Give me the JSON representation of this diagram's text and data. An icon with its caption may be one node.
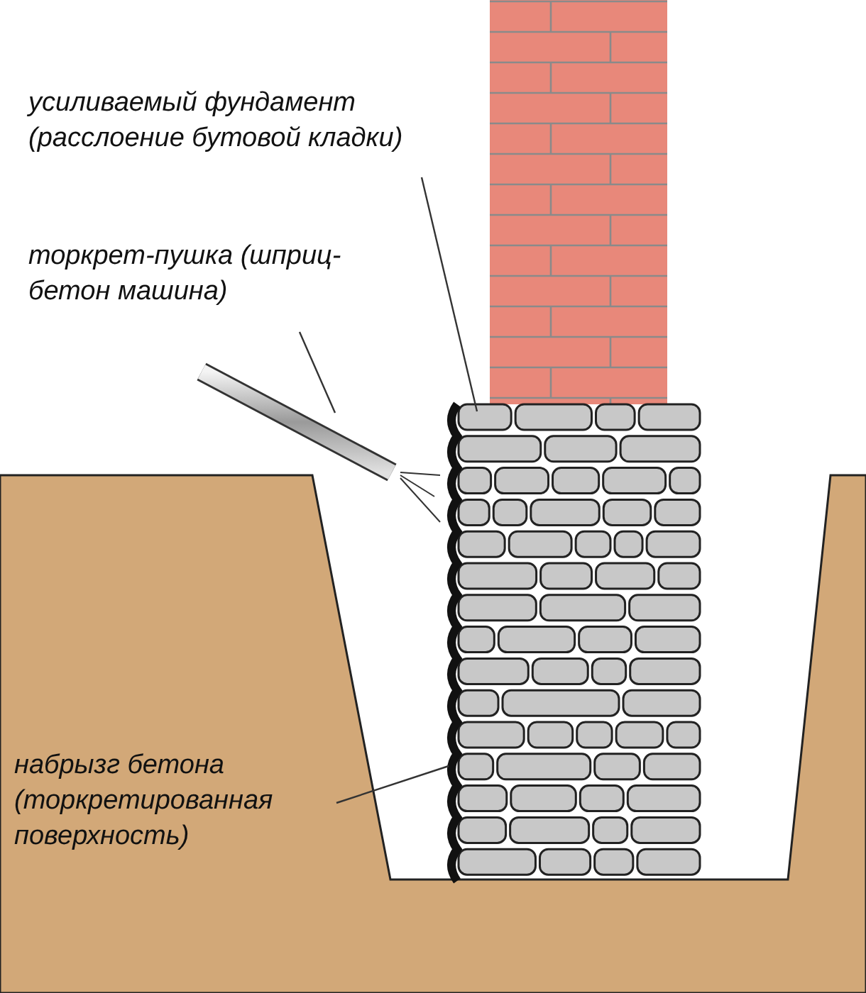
{
  "diagram": {
    "nodes": [
      {
        "text": [
          "усиливаемый фундамент (расслоение бутовой кладки)"
        ]
      },
      {
        "text": [
          "торкрет-пушка (шприц-бетон машина)"
        ]
      },
      {
        "text": [
          "набрызг бетона (торкретированная поверхность)"
        ]
      },
      {
        "text": [],
        "shape": "box"
      },
      {
        "text": [],
        "shape": "picture"
      },
      {
        "text": [],
        "shape": "bar"
      }
    ],
    "edges": [
      {
        "from": 0,
        "to": 3,
        "arrow": "none"
      },
      {
        "from": 1,
        "to": 4,
        "arrow": "none"
      },
      {
        "from": 2,
        "to": 5,
        "arrow": "none"
      }
    ]
  }
}
